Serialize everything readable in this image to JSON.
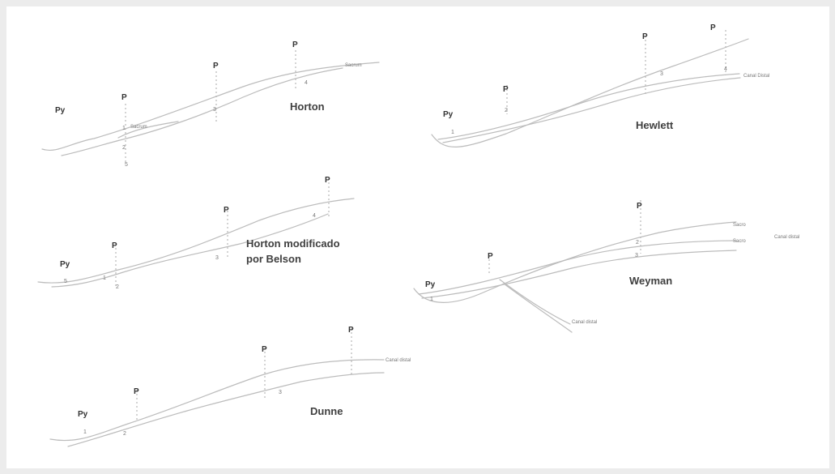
{
  "diagrams": [
    {
      "title": "Horton",
      "labels": {
        "py": "Py",
        "p": "P",
        "sub1": "1",
        "sub2": "2",
        "sub3": "3",
        "sub4": "4",
        "sub5": "5",
        "label_colon": "Sacrum",
        "label_small": "Sacrum"
      }
    },
    {
      "title": "Hewlett",
      "labels": {
        "py": "Py",
        "p": "P",
        "p2": "P",
        "sub1": "1",
        "sub2": "2",
        "sub3": "3",
        "sub4": "4",
        "right_label": "Canal Distal"
      }
    },
    {
      "title": "Horton modificado por Belson",
      "labels": {
        "py": "Py",
        "p": "P",
        "sub1": "1",
        "sub2": "2",
        "sub3": "3",
        "sub4": "4",
        "sub5": "5"
      }
    },
    {
      "title": "Weyman",
      "labels": {
        "py": "Py",
        "p": "P",
        "p2": "P",
        "sub1": "1",
        "sub2": "2",
        "sub3": "3",
        "right_label1": "Sacro",
        "right_label2": "Sacro",
        "right_label3": "Canal distal",
        "bottom_label": "Canal distal"
      }
    },
    {
      "title": "Dunne",
      "labels": {
        "py": "Py",
        "p": "P",
        "p2": "P",
        "p3": "P",
        "sub1": "1",
        "sub2": "2",
        "sub3": "3",
        "right_label": "Canal distal"
      }
    }
  ]
}
